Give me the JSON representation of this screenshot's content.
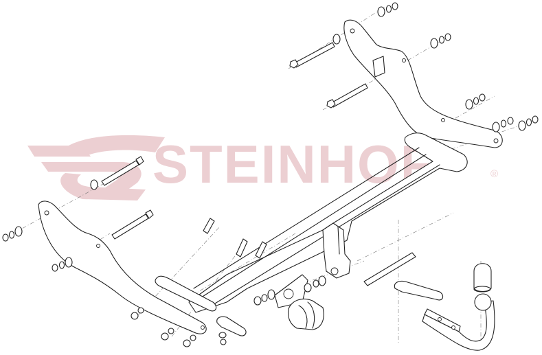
{
  "diagram": {
    "type": "exploded-assembly-drawing",
    "subject": "tow bar (towing hitch) installation kit",
    "watermark": {
      "brand": "STEINHOF",
      "registered_mark": "®",
      "color": "#eccfd2"
    },
    "line_color": "#222222",
    "background": "#ffffff",
    "components": [
      {
        "id": "right-side-bracket",
        "label": "Right mounting bracket (upper right)"
      },
      {
        "id": "left-side-bracket",
        "label": "Left mounting bracket (lower left)"
      },
      {
        "id": "crossbar",
        "label": "Main cross beam"
      },
      {
        "id": "center-bracket",
        "label": "Central hook receiver bracket"
      },
      {
        "id": "socket-plate",
        "label": "Electrical socket mounting plate"
      },
      {
        "id": "electrical-socket",
        "label": "13-pin electrical socket"
      },
      {
        "id": "tow-ball-neck",
        "label": "Detachable tow ball neck"
      },
      {
        "id": "ball-cap",
        "label": "Tow ball protective cap"
      },
      {
        "id": "long-bolts",
        "label": "Long hex bolts (x4)"
      },
      {
        "id": "short-bolts",
        "label": "Short hex bolts"
      },
      {
        "id": "washers-nuts",
        "label": "Washers, spring washers and nuts"
      },
      {
        "id": "straps",
        "label": "Flat support straps"
      }
    ]
  }
}
